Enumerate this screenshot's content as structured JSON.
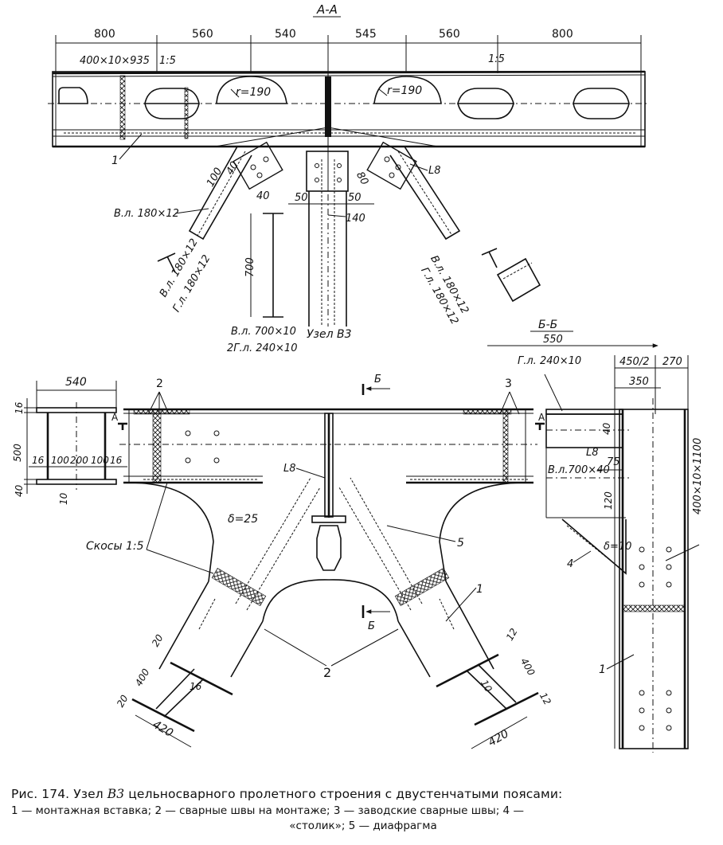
{
  "section_aa": {
    "title": "А-А",
    "dims": [
      "800",
      "560",
      "540",
      "545",
      "560",
      "800"
    ],
    "plate_label": "400×10×935",
    "slope_left": "1:5",
    "slope_right": "1:5",
    "radius_left": "r=190",
    "radius_right": "r=190",
    "callout_1": "1",
    "dim_40": "40",
    "dim_100": "100",
    "dim_40b": "40",
    "dim_80": "80",
    "angle_l8": "L8",
    "dim_50a": "50",
    "dim_50b": "50",
    "dim_140": "140",
    "vl_left": "В.л. 180×12",
    "vl_left2": "В.л. 180×12",
    "gl_left2": "Г.л. 180×12",
    "vl_right": "В.л. 180×12",
    "gl_right": "Г.л. 180×12",
    "dim_700": "700",
    "vl_700": "В.л. 700×10",
    "gl_240": "2Г.л. 240×10",
    "node_label": "Узел В3"
  },
  "section_bb": {
    "title": "Б-Б",
    "dim_550": "550",
    "gl_240": "Г.л. 240×10",
    "dim_450": "450/2",
    "dim_270": "270",
    "dim_350": "350",
    "dim_40": "40",
    "angle_l8": "L8",
    "vl_700x40": "В.л.700×40",
    "dim_75": "75",
    "dim_120": "120",
    "delta_10": "δ=10",
    "callout_4": "4",
    "plate": "400×10×1100",
    "callout_1": "1"
  },
  "cross_section": {
    "dim_540": "540",
    "dim_16a": "16",
    "dim_500": "500",
    "dim_40": "40",
    "dim_16b": "16",
    "dim_100a": "100",
    "dim_200": "200",
    "dim_100b": "100",
    "dim_16c": "16",
    "dim_10": "10"
  },
  "main_view": {
    "callout_2_top": "2",
    "callout_3": "3",
    "mark_a_left": "А",
    "mark_a_right": "А",
    "mark_b_top": "Б",
    "mark_b_bottom": "Б",
    "angle_l8": "L8",
    "delta_25": "δ=25",
    "skosy": "Скосы 1:5",
    "callout_5": "5",
    "callout_1": "1",
    "callout_2_bottom": "2",
    "dim_20a": "20",
    "dim_400a": "400",
    "dim_16": "16",
    "dim_20b": "20",
    "dim_420a": "420",
    "dim_12a": "12",
    "dim_400b": "400",
    "dim_10": "10",
    "dim_12b": "12",
    "dim_420b": "420"
  },
  "caption": {
    "title_prefix": "Рис. 174. Узел ",
    "title_node": "В3",
    "title_rest": " цельносварного пролетного строения с двустенчатыми поясами:",
    "legend_line1": "1 — монтажная вставка; 2 — сварные швы на монтаже; 3 — заводские сварные швы; 4 —",
    "legend_line2": "«столик»; 5 — диафрагма"
  }
}
